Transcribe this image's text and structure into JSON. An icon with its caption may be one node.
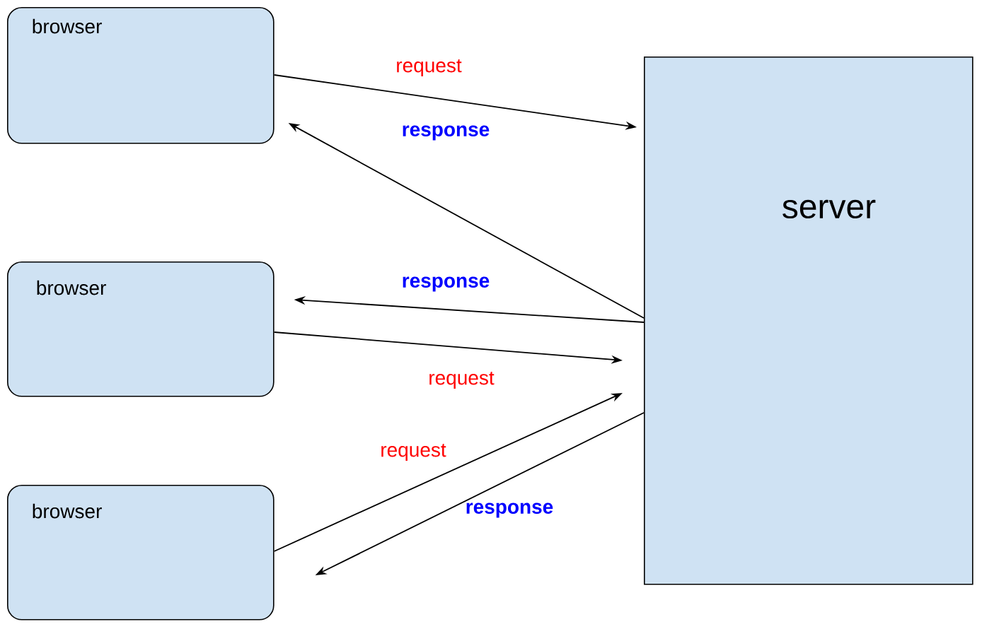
{
  "diagram": {
    "nodes": [
      {
        "text": [
          "browser"
        ]
      },
      {
        "text": [
          "browser"
        ]
      },
      {
        "text": [
          "browser"
        ]
      },
      {
        "text": [
          "server"
        ]
      }
    ],
    "edges": [
      {
        "from": 0,
        "to": 3,
        "arrow": "to",
        "label": "request"
      },
      {
        "from": 3,
        "to": 0,
        "arrow": "to",
        "label": "response"
      },
      {
        "from": 3,
        "to": 1,
        "arrow": "to",
        "label": "response"
      },
      {
        "from": 1,
        "to": 3,
        "arrow": "to",
        "label": "request"
      },
      {
        "from": 2,
        "to": 3,
        "arrow": "to",
        "label": "request"
      },
      {
        "from": 3,
        "to": 2,
        "arrow": "to",
        "label": "response"
      }
    ]
  }
}
